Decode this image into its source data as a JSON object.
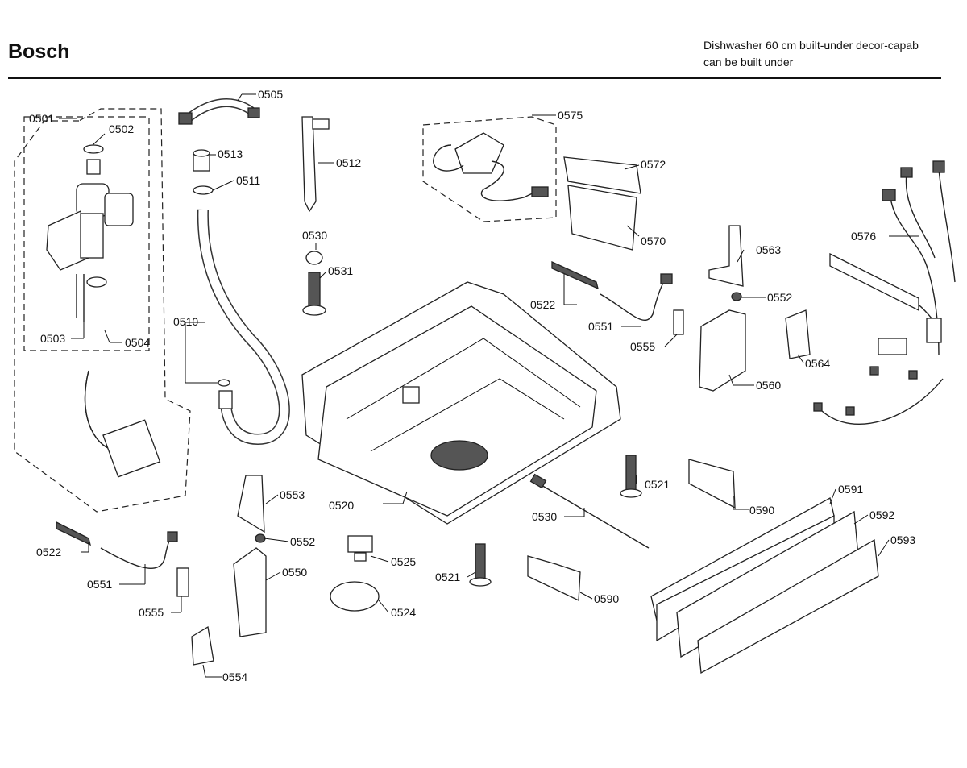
{
  "header": {
    "brand": "Bosch",
    "model_line1": "Dishwasher 60 cm built-under decor-capab",
    "model_line2": "can be built under"
  },
  "parts": [
    "0501",
    "0502",
    "0503",
    "0504",
    "0505",
    "0510",
    "0511",
    "0512",
    "0513",
    "0520",
    "0521",
    "0521",
    "0522",
    "0522",
    "0524",
    "0525",
    "0530",
    "0530",
    "0531",
    "0550",
    "0551",
    "0551",
    "0552",
    "0552",
    "0553",
    "0554",
    "0555",
    "0555",
    "0560",
    "0563",
    "0564",
    "0570",
    "0572",
    "0575",
    "0576",
    "0590",
    "0590",
    "0591",
    "0592",
    "0593"
  ]
}
